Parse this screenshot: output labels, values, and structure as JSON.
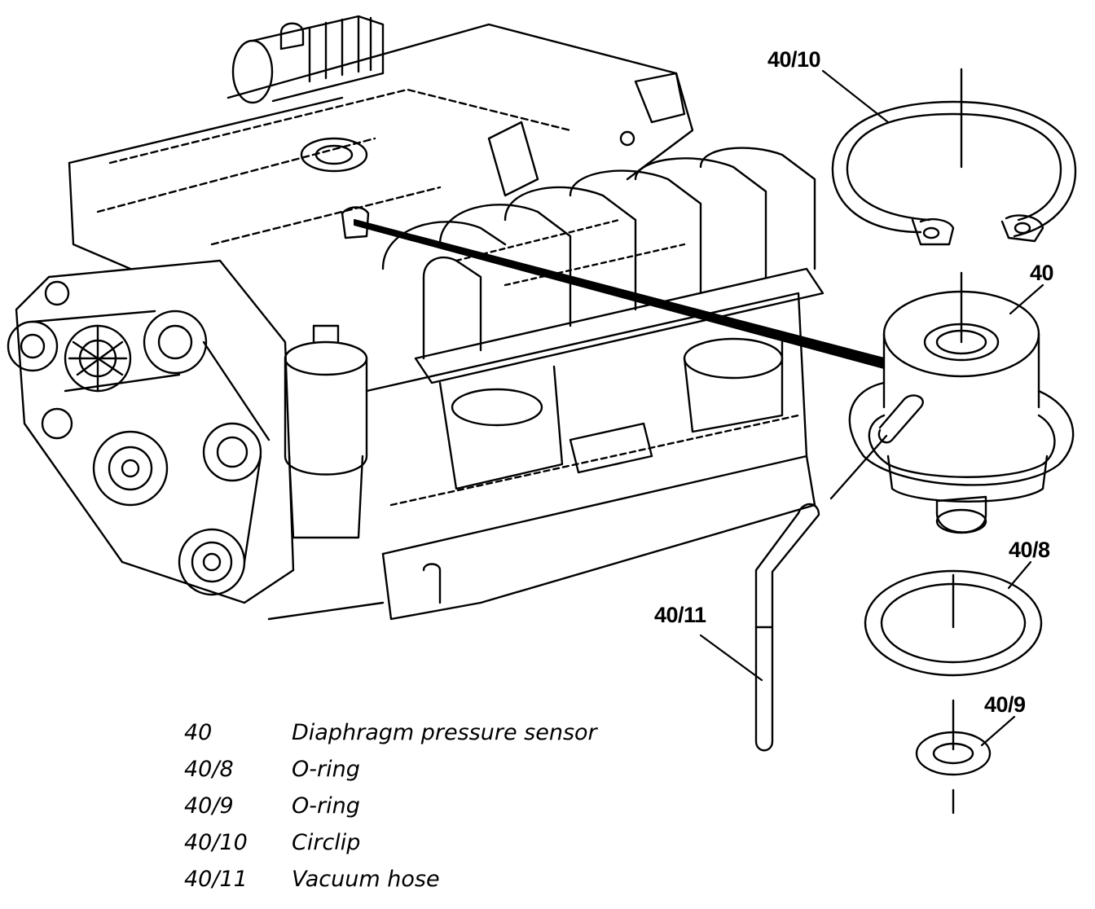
{
  "callouts": {
    "c40_10": "40/10",
    "c40": "40",
    "c40_8": "40/8",
    "c40_9": "40/9",
    "c40_11": "40/11"
  },
  "legend": [
    {
      "code": "40",
      "desc": "Diaphragm pressure sensor"
    },
    {
      "code": "40/8",
      "desc": "O-ring"
    },
    {
      "code": "40/9",
      "desc": "O-ring"
    },
    {
      "code": "40/10",
      "desc": "Circlip"
    },
    {
      "code": "40/11",
      "desc": "Vacuum hose"
    }
  ],
  "colors": {
    "ink": "#000000",
    "paper": "#ffffff"
  }
}
